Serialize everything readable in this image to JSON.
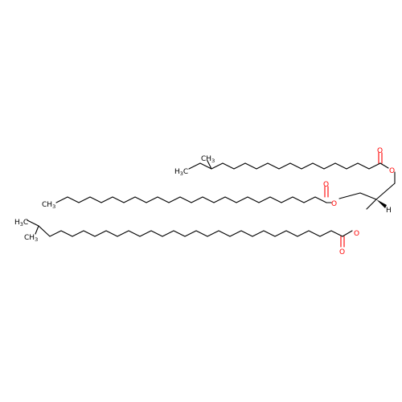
{
  "structure": {
    "type": "skeletal-formula",
    "colors": {
      "carbon": "#000000",
      "oxygen": "#ff0000"
    },
    "atom_labels": {
      "o_ester_chain1": "O",
      "o_carbonyl_chain1": "O",
      "o_ester_chain2": "O",
      "o_carbonyl_chain2": "O",
      "o_ester_chain3": "O",
      "o_carbonyl_chain3": "O",
      "stereo_h": "H",
      "ch3_chain1_terminal": "H3C",
      "ch3_chain1_branch": "CH3",
      "ch3_chain2_terminal": "CH3",
      "ch3_chain3_terminal": "H3C",
      "ch3_chain3_branch": "CH3"
    }
  }
}
